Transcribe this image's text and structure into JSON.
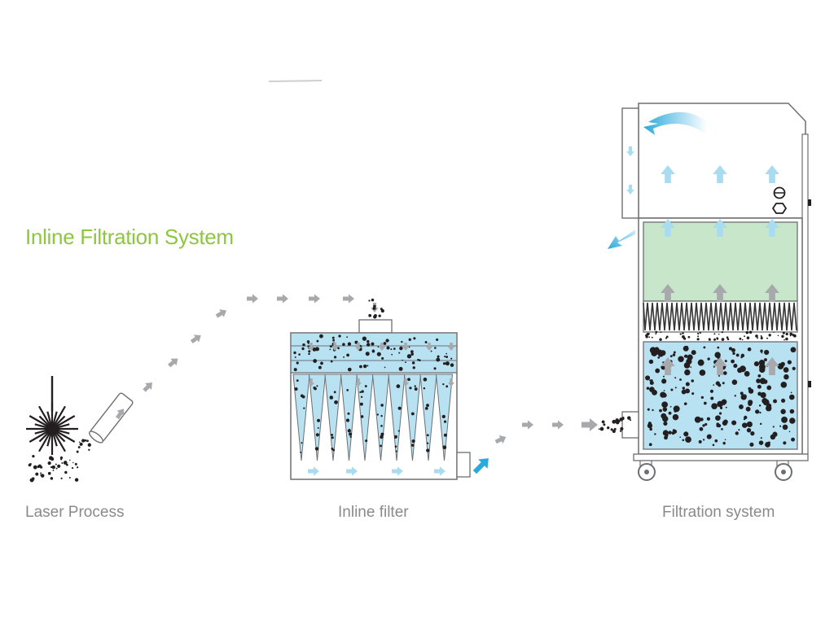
{
  "title": "Inline Filtration System",
  "labels": {
    "laser_process": "Laser Process",
    "inline_filter": "Inline filter",
    "filtration_system": "Filtration system"
  },
  "colors": {
    "title": "#8dc63f",
    "label": "#8a8a8a",
    "outline": "#6d6e71",
    "dirty_air_arrow": "#a7a9ac",
    "clean_air_arrow": "#a9dcf0",
    "clean_air_flow": "#2aa9dc",
    "hepa_filter": "#c8e6c9",
    "dust_chamber": "#b8e2f2",
    "particle": "#231f20"
  },
  "icons": {
    "laser": "laser-burst-icon",
    "nozzle": "extraction-nozzle-icon",
    "dirty_flow": "dirty-air-arrow-icon",
    "clean_flow": "clean-air-arrow-icon",
    "filter_unit": "inline-filter-icon",
    "extractor": "filtration-unit-icon",
    "caster": "caster-wheel-icon",
    "control_knob": "control-knob-icon"
  }
}
